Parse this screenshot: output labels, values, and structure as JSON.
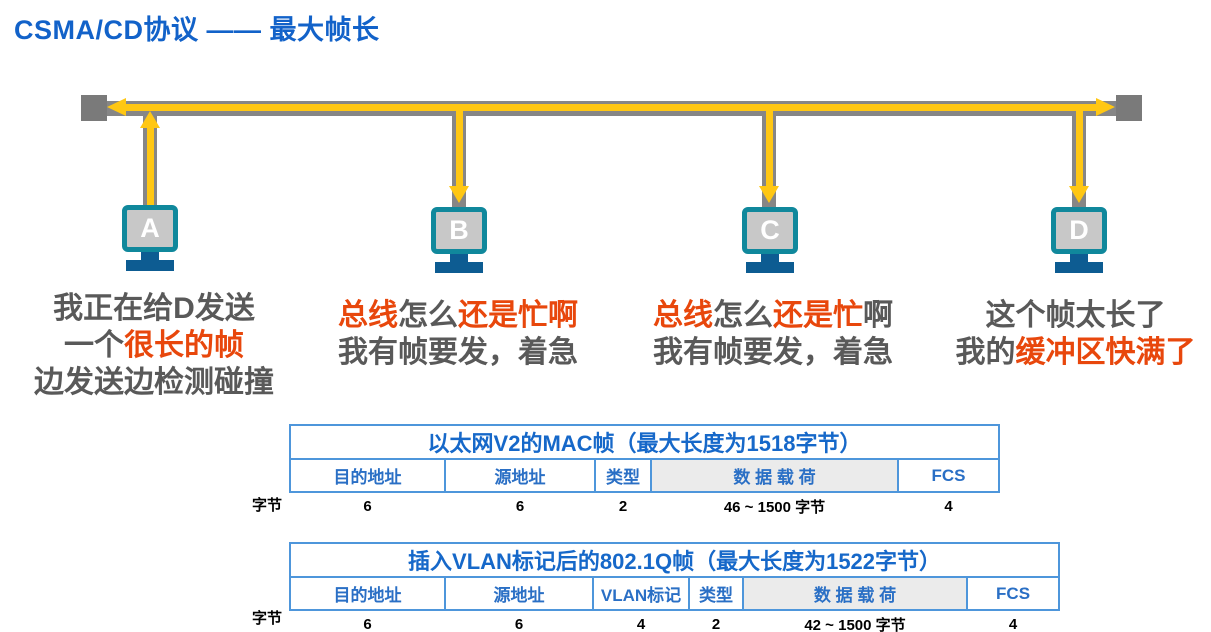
{
  "slide": {
    "title": "CSMA/CD协议 —— 最大帧长"
  },
  "colors": {
    "title_blue": "#1262C9",
    "table_title_blue": "#1668C9",
    "table_field_blue": "#2A6FC5",
    "table_border_blue": "#4E96DB",
    "payload_cell_gray": "#EBEBEB",
    "speech_gray": "#595959",
    "speech_red": "#E8470C",
    "bus_gray": "#868686",
    "terminator_gray": "#7A7A7A",
    "signal_yellow": "#FFC713",
    "monitor_teal": "#10889C",
    "monitor_screen_gray": "#C8C8C8",
    "monitor_stand_blue": "#0D5C92"
  },
  "computers": [
    {
      "label": "A",
      "signal_direction": "up",
      "speech": {
        "line1": [
          {
            "text": "我正在给D发送",
            "color": "gray"
          }
        ],
        "line2": [
          {
            "text": "一个",
            "color": "gray"
          },
          {
            "text": "很长的帧",
            "color": "red"
          }
        ],
        "line3": [
          {
            "text": "边发送边检测碰撞",
            "color": "gray"
          }
        ]
      }
    },
    {
      "label": "B",
      "signal_direction": "down",
      "speech": {
        "line1": [
          {
            "text": "总线",
            "color": "red"
          },
          {
            "text": "怎么",
            "color": "gray"
          },
          {
            "text": "还是忙啊",
            "color": "red"
          }
        ],
        "line2": [
          {
            "text": "我有帧要发，着急",
            "color": "gray"
          }
        ]
      }
    },
    {
      "label": "C",
      "signal_direction": "down",
      "speech": {
        "line1": [
          {
            "text": "总线",
            "color": "red"
          },
          {
            "text": "怎么",
            "color": "gray"
          },
          {
            "text": "还是忙",
            "color": "red"
          },
          {
            "text": "啊",
            "color": "gray"
          }
        ],
        "line2": [
          {
            "text": "我有帧要发，着急",
            "color": "gray"
          }
        ]
      }
    },
    {
      "label": "D",
      "signal_direction": "down",
      "speech": {
        "line1": [
          {
            "text": "这个帧太长了",
            "color": "gray"
          }
        ],
        "line2": [
          {
            "text": "我的",
            "color": "gray"
          },
          {
            "text": "缓冲区快满了",
            "color": "red"
          }
        ]
      }
    }
  ],
  "tables": [
    {
      "title": "以太网V2的MAC帧（最大长度为1518字节）",
      "unit_label": "字节",
      "columns": [
        {
          "label": "目的地址",
          "bytes": "6"
        },
        {
          "label": "源地址",
          "bytes": "6"
        },
        {
          "label": "类型",
          "bytes": "2"
        },
        {
          "label": "数 据 载 荷",
          "bytes": "46 ~ 1500 字节"
        },
        {
          "label": "FCS",
          "bytes": "4"
        }
      ]
    },
    {
      "title": "插入VLAN标记后的802.1Q帧（最大长度为1522字节）",
      "unit_label": "字节",
      "columns": [
        {
          "label": "目的地址",
          "bytes": "6"
        },
        {
          "label": "源地址",
          "bytes": "6"
        },
        {
          "label": "VLAN标记",
          "bytes": "4"
        },
        {
          "label": "类型",
          "bytes": "2"
        },
        {
          "label": "数 据 载 荷",
          "bytes": "42 ~ 1500 字节"
        },
        {
          "label": "FCS",
          "bytes": "4"
        }
      ]
    }
  ]
}
